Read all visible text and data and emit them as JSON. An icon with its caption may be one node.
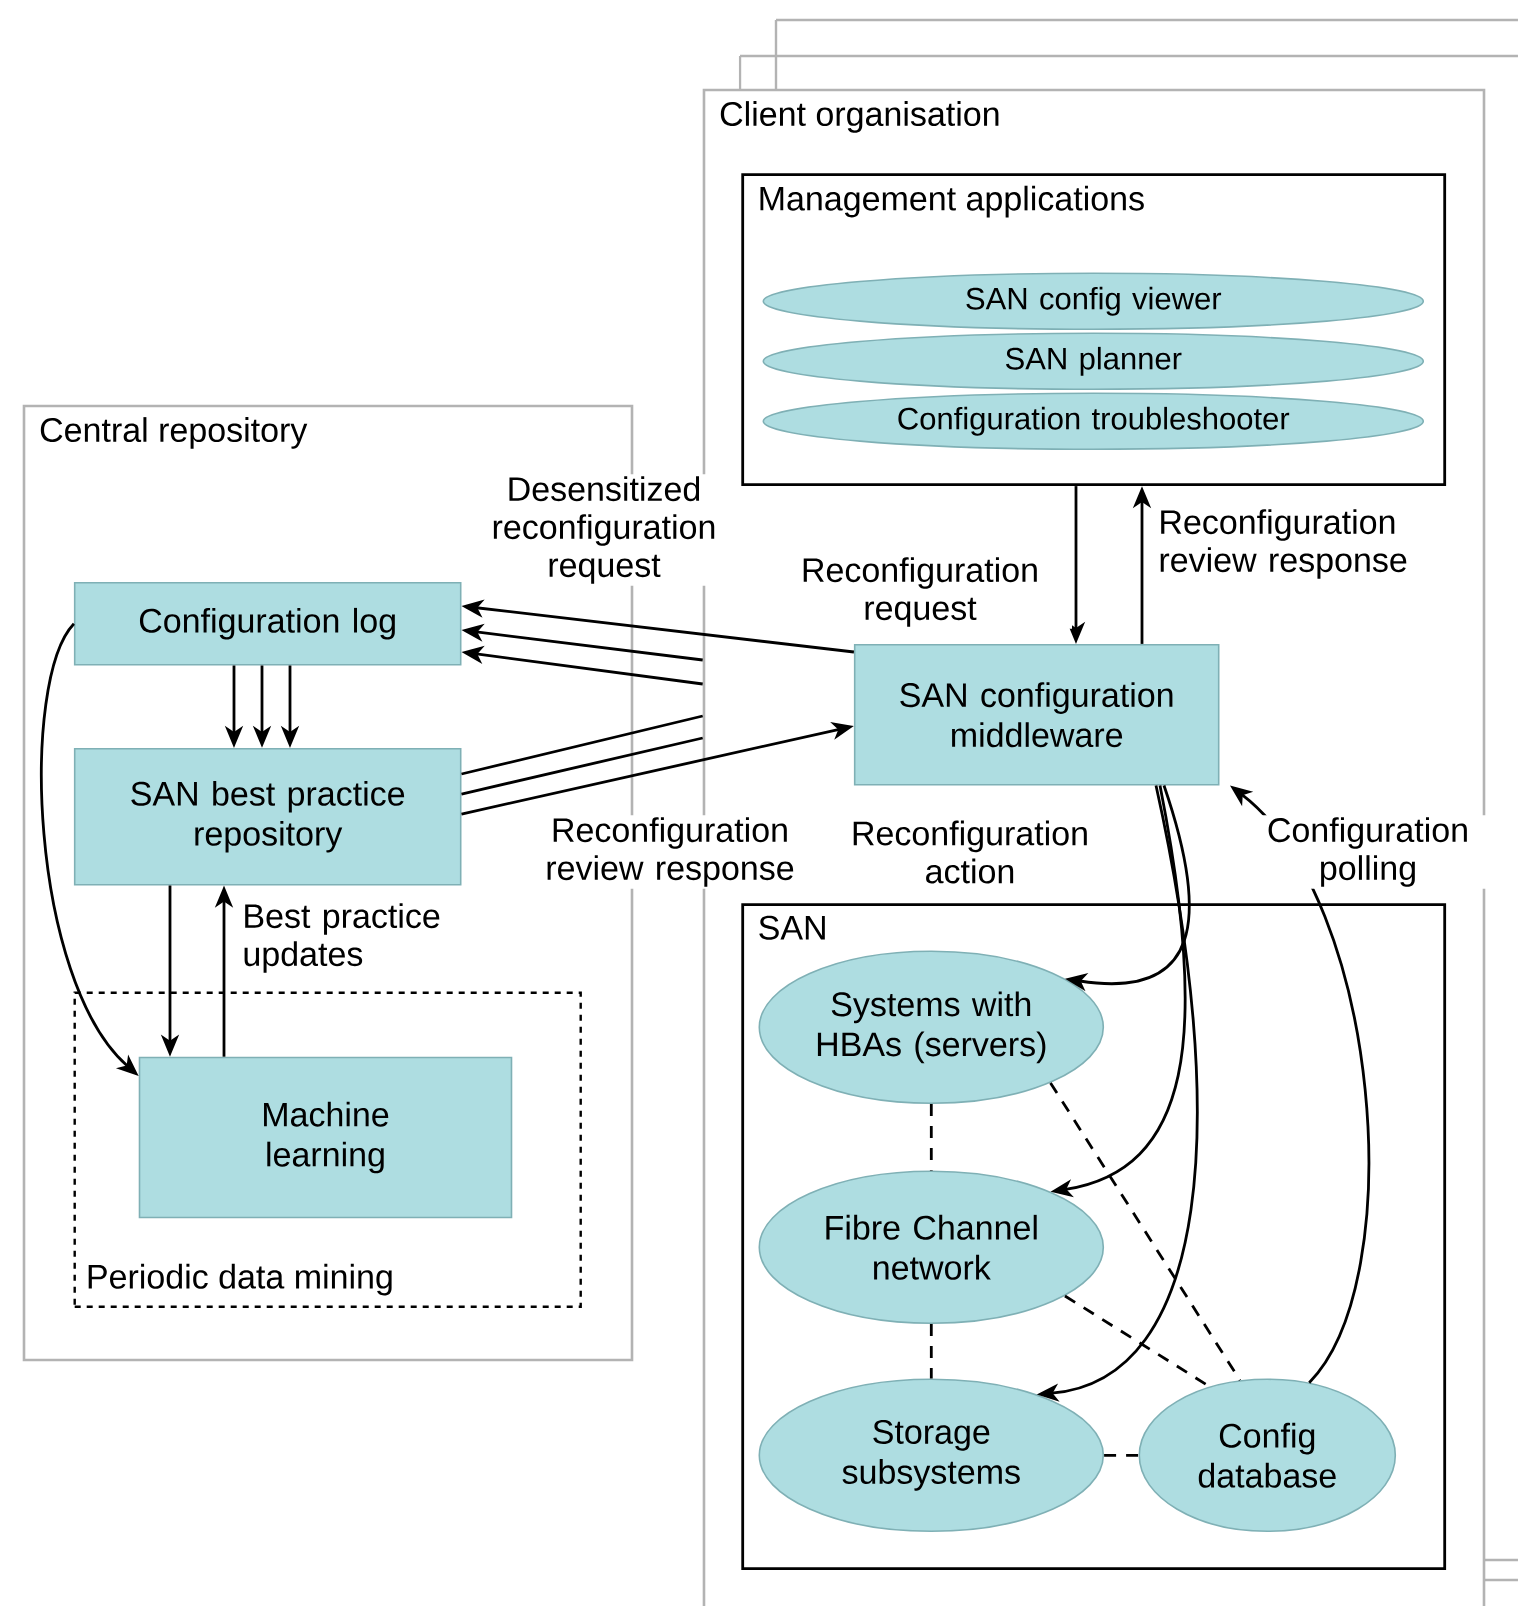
{
  "diagram": {
    "nodes": [
      {
        "text": [
          "Client organisation"
        ]
      },
      {
        "text": [
          "Management applications"
        ],
        "in": 0
      },
      {
        "text": [
          "SAN config viewer"
        ],
        "in": 1
      },
      {
        "text": [
          "SAN planner"
        ],
        "in": 1
      },
      {
        "text": [
          "Configuration troubleshooter"
        ],
        "in": 1
      },
      {
        "text": [
          "SAN configuration middleware"
        ],
        "in": 0
      },
      {
        "text": [
          "SAN"
        ],
        "in": 0
      },
      {
        "text": [
          "Systems with HBAs (servers)"
        ],
        "in": 6
      },
      {
        "text": [
          "Fibre Channel network"
        ],
        "in": 6
      },
      {
        "text": [
          "Storage subsystems"
        ],
        "in": 6
      },
      {
        "text": [
          "Config database"
        ],
        "in": 6
      },
      {
        "text": [
          "Central repository"
        ]
      },
      {
        "text": [
          "Configuration log"
        ],
        "in": 11
      },
      {
        "text": [
          "SAN best practice repository"
        ],
        "in": 11
      },
      {
        "text": [
          "Periodic data mining"
        ],
        "in": 11
      },
      {
        "text": [
          "Machine learning"
        ],
        "in": 14
      }
    ],
    "edges": [
      {
        "from": 5,
        "to": 12,
        "arrow": "to",
        "label": "Desensitized reconfiguration request"
      },
      {
        "from": 0,
        "to": 12,
        "arrow": "to"
      },
      {
        "from": 0,
        "to": 12,
        "arrow": "to"
      },
      {
        "from": 13,
        "to": 5,
        "arrow": "to",
        "label": "Reconfiguration review response"
      },
      {
        "from": 13,
        "to": 0,
        "arrow": "none"
      },
      {
        "from": 13,
        "to": 0,
        "arrow": "none"
      },
      {
        "from": 12,
        "to": 13,
        "arrow": "to"
      },
      {
        "from": 12,
        "to": 13,
        "arrow": "to"
      },
      {
        "from": 12,
        "to": 13,
        "arrow": "to"
      },
      {
        "from": 13,
        "to": 15,
        "arrow": "to"
      },
      {
        "from": 15,
        "to": 13,
        "arrow": "to",
        "label": "Best practice updates"
      },
      {
        "from": 12,
        "to": 15,
        "arrow": "to"
      },
      {
        "from": 1,
        "to": 5,
        "arrow": "to",
        "label": "Reconfiguration request"
      },
      {
        "from": 5,
        "to": 1,
        "arrow": "to",
        "label": "Reconfiguration review response"
      },
      {
        "from": 5,
        "to": 7,
        "arrow": "to",
        "label": "Reconfiguration action"
      },
      {
        "from": 5,
        "to": 8,
        "arrow": "to"
      },
      {
        "from": 5,
        "to": 9,
        "arrow": "to"
      },
      {
        "from": 10,
        "to": 5,
        "arrow": "to",
        "label": "Configuration polling"
      },
      {
        "from": 7,
        "to": 8,
        "arrow": "none",
        "style": "dashed"
      },
      {
        "from": 8,
        "to": 9,
        "arrow": "none",
        "style": "dashed"
      },
      {
        "from": 9,
        "to": 10,
        "arrow": "none",
        "style": "dashed"
      },
      {
        "from": 7,
        "to": 10,
        "arrow": "none",
        "style": "dashed"
      },
      {
        "from": 8,
        "to": 10,
        "arrow": "none",
        "style": "dashed"
      }
    ]
  }
}
